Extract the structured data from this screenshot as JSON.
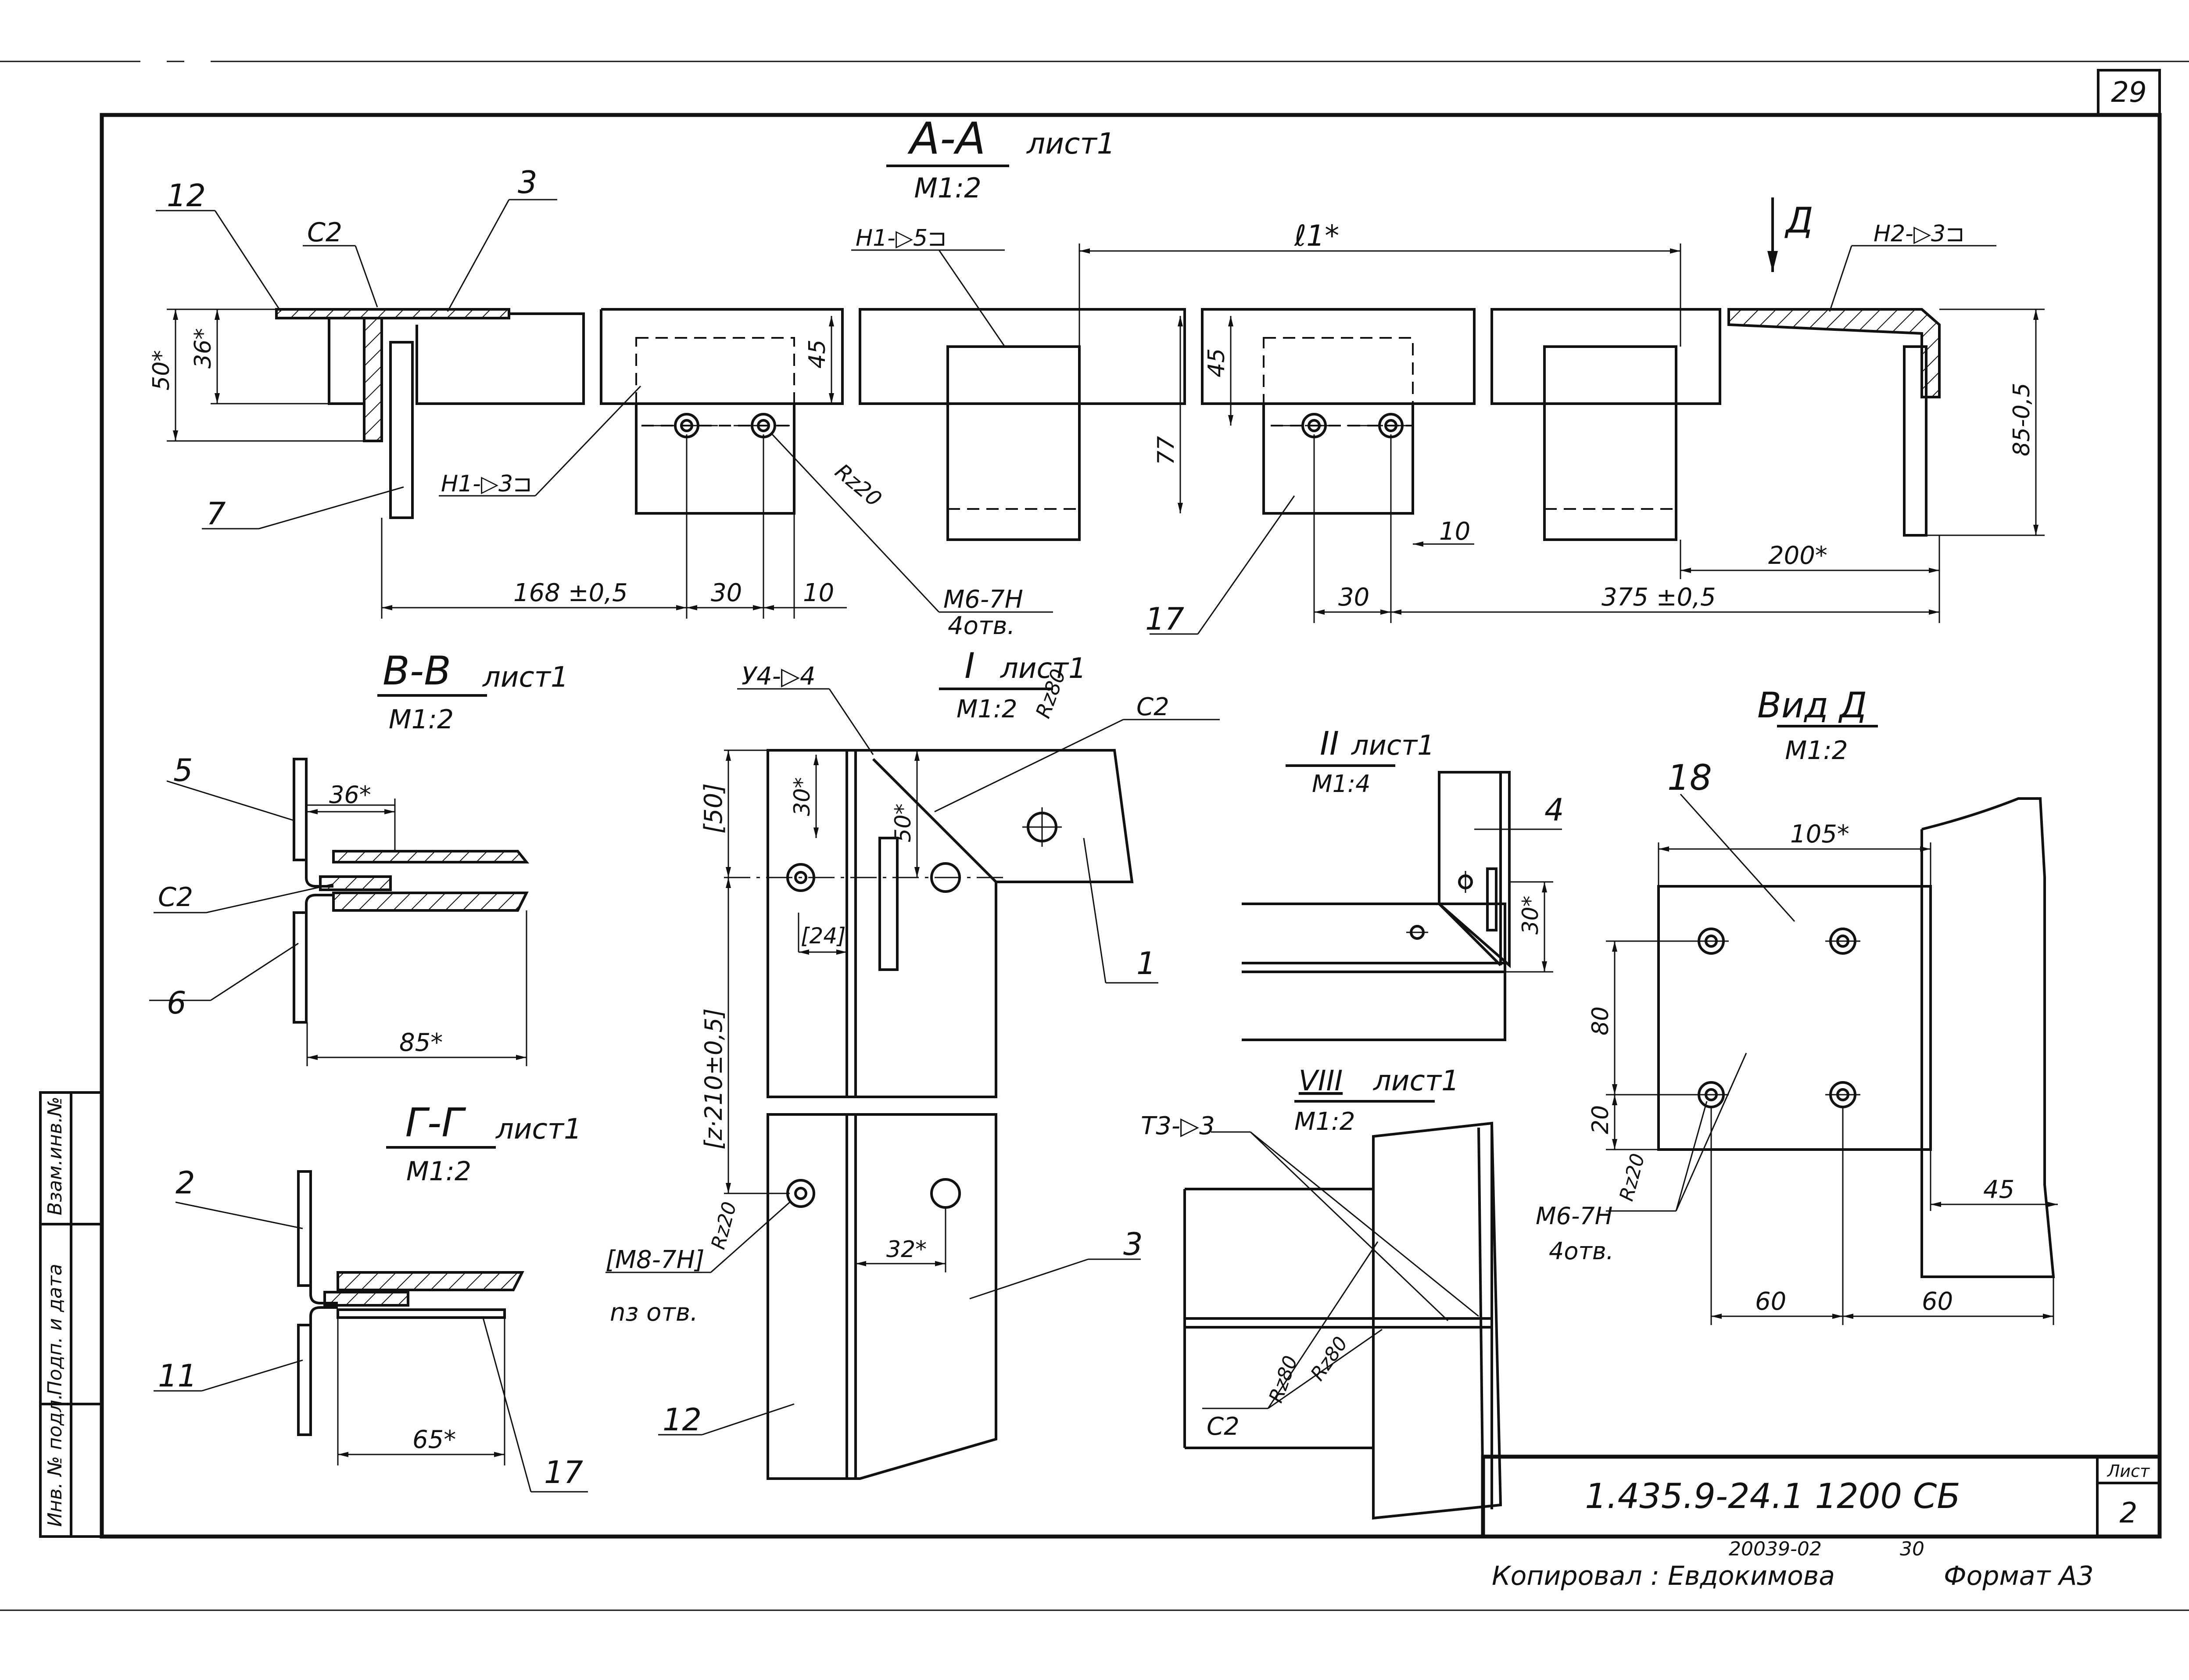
{
  "sheet": {
    "page_number": "29",
    "designation": "1.435.9-24.1 1200 СБ",
    "sheet_label": "Лист",
    "sheet_number": "2",
    "copy_note": "Копировал : Евдокимова",
    "order_number": "20039-02",
    "order_sub": "30",
    "format": "Формат А3",
    "side_stamp": [
      "Инв. № подл.",
      "Подп. и дата",
      "Взам.инв.№"
    ]
  },
  "section_aa": {
    "title": "А-А",
    "sheet_ref": "лист1",
    "scale": "М1:2",
    "dimensions": {
      "d_l1": "ℓ1*",
      "d_168": "168 ±0,5",
      "d_30a": "30",
      "d_10a": "10",
      "d_45a": "45",
      "d_45b": "45",
      "d_77": "77",
      "d_30b": "30",
      "d_10b": "10",
      "d_375": "375 ±0,5",
      "d_200": "200*",
      "d_85": "85-0,5",
      "d_50": "50*",
      "d_36": "36*"
    },
    "callouts": {
      "p12": "12",
      "p3": "3",
      "p7": "7",
      "p17": "17",
      "weld_c2": "С2",
      "weld_h1_top": "Н1-▷5⊐",
      "weld_h1_bottom": "Н1-▷3⊐",
      "weld_h2": "Н2-▷3⊐",
      "thread": "М6-7Н",
      "holes": "4отв.",
      "roughness": "Rz20",
      "view_d": "Д"
    }
  },
  "section_vv": {
    "title": "В-В",
    "sheet_ref": "лист1",
    "scale": "М1:2",
    "p5": "5",
    "p6": "6",
    "weld": "С2",
    "d_36": "36*",
    "d_85": "85*"
  },
  "section_gg": {
    "title": "Г-Г",
    "sheet_ref": "лист1",
    "scale": "М1:2",
    "p2": "2",
    "p11": "11",
    "p17": "17",
    "d_65": "65*"
  },
  "detail_1": {
    "title": "I",
    "sheet_ref": "лист1",
    "scale": "М1:2",
    "roughness": "Rz80",
    "weld_u4": "У4-▷4",
    "weld_c2": "С2",
    "d_50": "[50]",
    "d_30": "30*",
    "d_50b": "50*",
    "d_24": "[24]",
    "d_z": "[z·210±0,5]",
    "d_32": "32*",
    "hole": "[М8-7Н]",
    "holes": "nз отв.",
    "roughness_hole": "Rz20",
    "p1": "1",
    "p3": "3",
    "p12": "12"
  },
  "detail_2": {
    "title": "II",
    "sheet_ref": "лист1",
    "scale": "М1:4",
    "p4": "4",
    "d_30": "30*"
  },
  "detail_8": {
    "title": "VIII",
    "sheet_ref": "лист1",
    "scale": "М1:2",
    "weld_t3": "Т3-▷3",
    "weld_c2": "С2",
    "rz1": "Rz80",
    "rz2": "Rz80"
  },
  "view_d": {
    "title": "Вид Д",
    "scale": "М1:2",
    "p18": "18",
    "d_105": "105*",
    "d_80": "80",
    "d_20": "20",
    "d_60a": "60",
    "d_60b": "60",
    "d_45": "45",
    "thread": "М6-7Н",
    "holes": "4отв.",
    "roughness": "Rz20"
  }
}
